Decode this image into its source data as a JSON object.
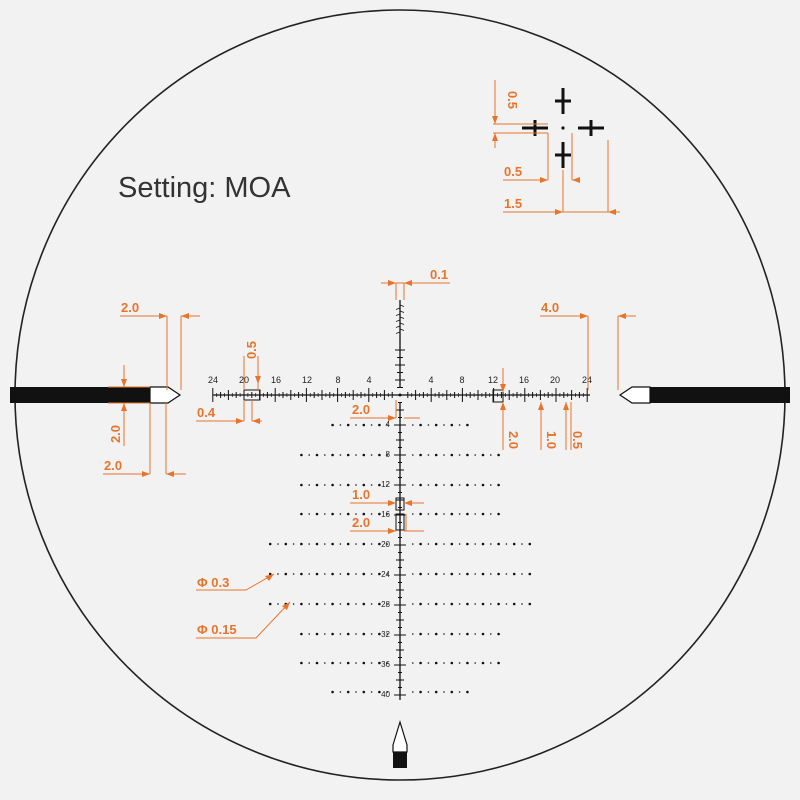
{
  "setting_label": "Setting: MOA",
  "colors": {
    "background": "#f2f2f2",
    "reticle": "#111111",
    "dimension": "#e8742c"
  },
  "horizontal_scale": {
    "left_labels": [
      "24",
      "20",
      "16",
      "12",
      "8",
      "4"
    ],
    "right_labels": [
      "4",
      "8",
      "12",
      "16",
      "20",
      "24"
    ]
  },
  "vertical_scale": {
    "labels": [
      "4",
      "8",
      "12",
      "16",
      "20",
      "24",
      "28",
      "32",
      "36",
      "40"
    ]
  },
  "dimensions": {
    "dot_spacing": "0.5",
    "inner_gap": "0.5",
    "outer_span": "1.5",
    "line_width": "0.1",
    "left_post_width": "2.0",
    "right_post_width": "4.0",
    "left_post_height": "2.0",
    "left_post_tip": "2.0",
    "hash_height": "0.5",
    "hash_spacing": "0.4",
    "center_gap": "2.0",
    "right_mark_height": "2.0",
    "right_mark_1": "1.0",
    "right_mark_2": "0.5",
    "box_height": "1.0",
    "box_width": "2.0",
    "dot_large": "Φ 0.3",
    "dot_small": "Φ 0.15"
  }
}
